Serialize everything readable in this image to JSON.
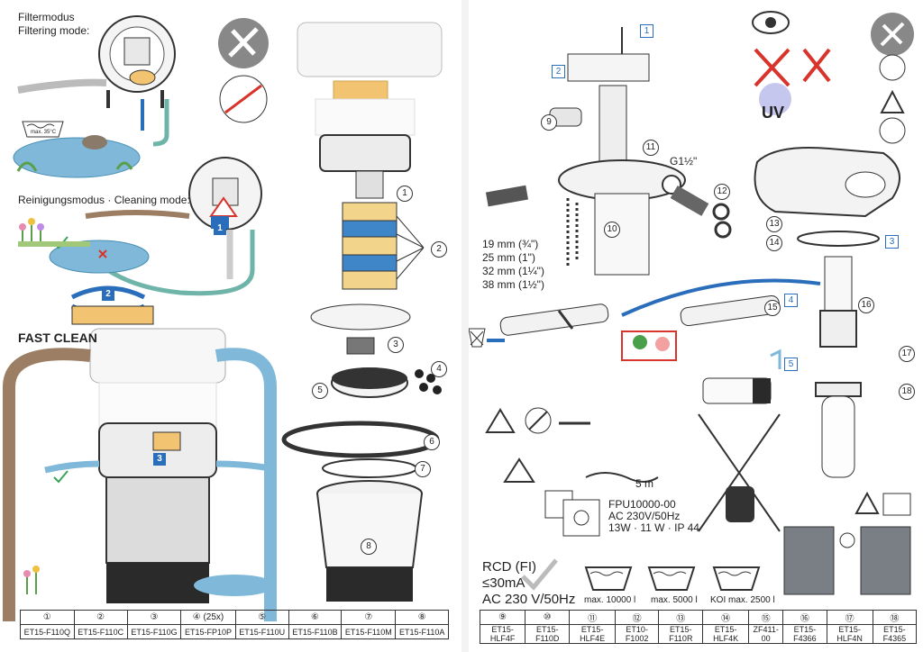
{
  "left": {
    "filter_mode_de": "Filtermodus",
    "filter_mode_en": "Filtering mode:",
    "temp_label": "max. 35°C",
    "cleaning_mode": "Reinigungsmodus · Cleaning mode:",
    "fast_clean": "FAST CLEAN",
    "steps": [
      "1",
      "2",
      "3"
    ],
    "callouts": [
      "1",
      "2",
      "3",
      "4",
      "5",
      "6",
      "7",
      "8"
    ],
    "quantity_note": "(25x)"
  },
  "right": {
    "thread_label": "G1½\"",
    "hose_sizes": [
      "19 mm (¾\")",
      "25 mm (1\")",
      "32 mm (1¼\")",
      "38 mm (1½\")"
    ],
    "uv_label": "UV",
    "cable_length": "5 m",
    "model": "FPU10000-00",
    "supply": "AC 230V/50Hz",
    "power": "13W · 11 W · IP 44",
    "rcd_line1": "RCD (FI)",
    "rcd_line2": "≤30mA",
    "rcd_line3": "AC 230 V/50Hz",
    "pond_volumes": [
      "max. 10000 l",
      "max. 5000 l",
      "KOI max. 2500 l"
    ],
    "steps": [
      "1",
      "2",
      "3",
      "4",
      "5"
    ],
    "callouts": [
      "9",
      "10",
      "11",
      "12",
      "13",
      "14",
      "15",
      "16",
      "17",
      "18"
    ]
  },
  "parts_left": {
    "numbers": [
      "①",
      "②",
      "③",
      "④ (25x)",
      "⑤",
      "⑥",
      "⑦",
      "⑧"
    ],
    "codes": [
      "ET15-F110Q",
      "ET15-F110C",
      "ET15-F110G",
      "ET15-FP10P",
      "ET15-F110U",
      "ET15-F110B",
      "ET15-F110M",
      "ET15-F110A"
    ]
  },
  "parts_right": {
    "numbers": [
      "⑨",
      "⑩",
      "⑪",
      "⑫",
      "⑬",
      "⑭",
      "⑮",
      "⑯",
      "⑰",
      "⑱"
    ],
    "codes": [
      "ET15-HLF4F",
      "ET15-F110D",
      "ET15-HLF4E",
      "ET10-F1002",
      "ET15-F110R",
      "ET15-HLF4K",
      "ZF411-00",
      "ET15-F4366",
      "ET15-HLF4N",
      "ET15-F4365"
    ]
  },
  "colors": {
    "accent": "#2a6ebb",
    "water": "#7fb8d8",
    "foam_blue": "#3f86c9",
    "foam_yellow": "#f2d58a",
    "hose": "#9b7e63",
    "warn": "#d9342b",
    "ok": "#3aa55a"
  }
}
